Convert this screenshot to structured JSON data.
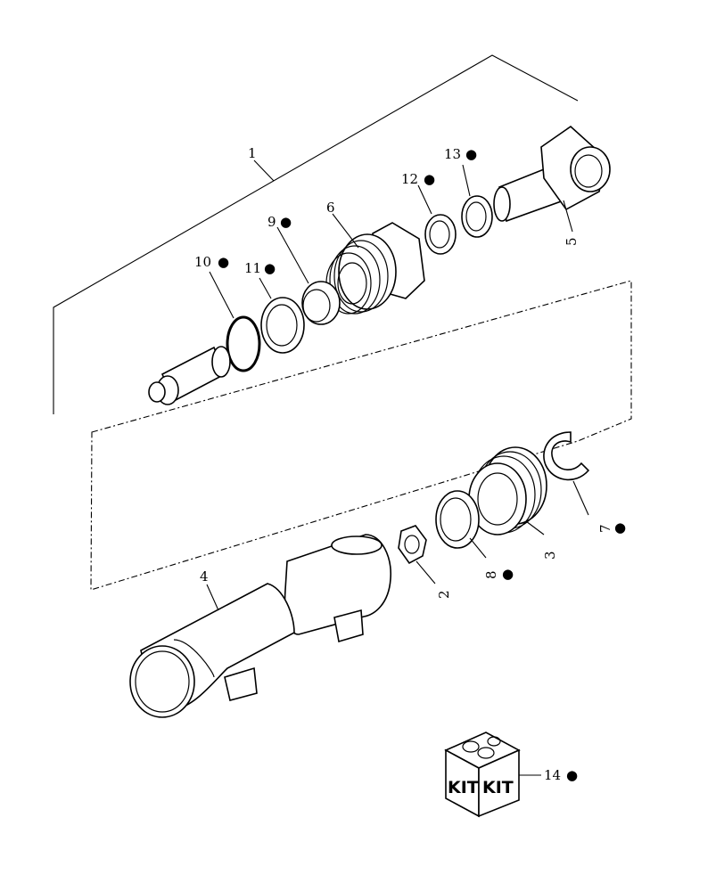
{
  "callouts": {
    "c1": "1",
    "c2": "2",
    "c3": "3",
    "c4": "4",
    "c5": "5",
    "c6": "6",
    "c7": "7",
    "c8": "8",
    "c9": "9",
    "c10": "10",
    "c11": "11",
    "c12": "12",
    "c13": "13",
    "c14": "14"
  },
  "kit": {
    "label_left": "KIT",
    "label_right": "KIT"
  },
  "marker": "●"
}
